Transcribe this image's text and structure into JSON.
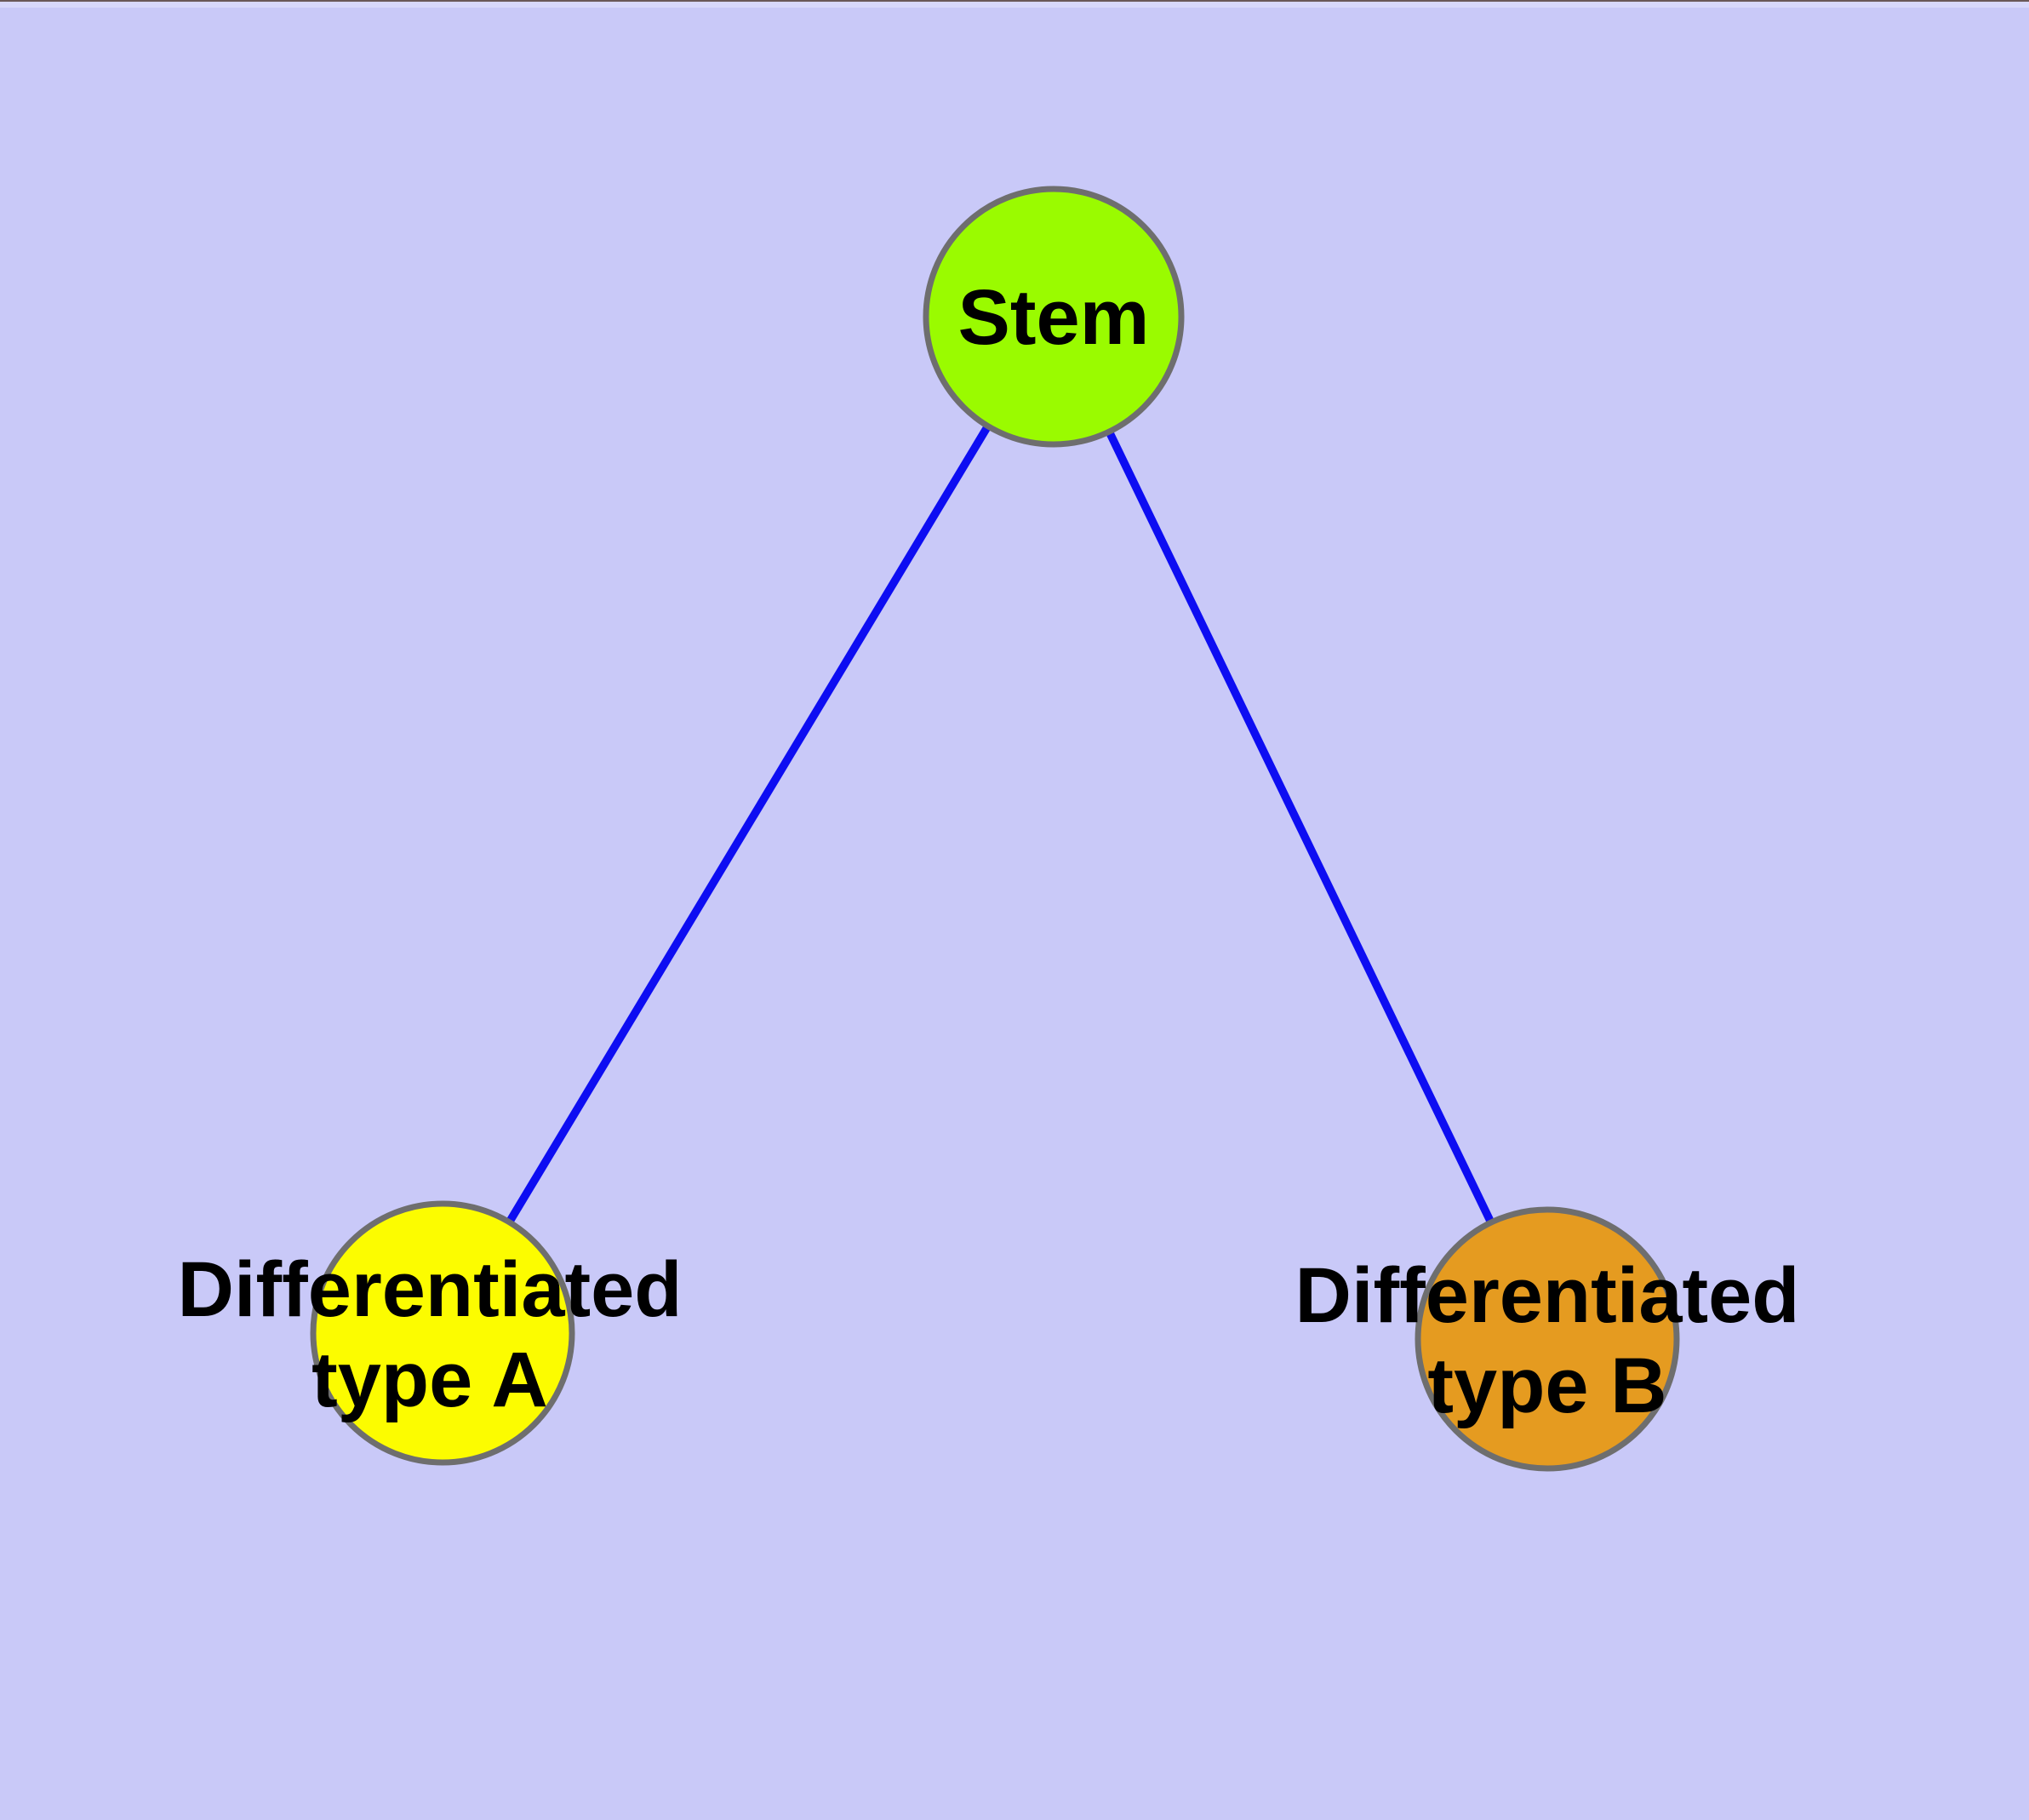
{
  "diagram": {
    "type": "graph",
    "background_color": "#c9c9f8",
    "edge_color": "#0d0df2",
    "node_border_color": "#6e6e6e",
    "label_color": "#000000",
    "nodes": {
      "stem": {
        "label": "Stem",
        "fill": "#9afb00"
      },
      "type_a": {
        "label": "Differentiated type A",
        "label_line1": "Differentiated",
        "label_line2": "type A",
        "fill": "#fcfc00"
      },
      "type_b": {
        "label": "Differentiated type B",
        "label_line1": "Differentiated",
        "label_line2": "type B",
        "fill": "#e59b20"
      }
    },
    "edges": [
      {
        "from": "Stem",
        "to": "Differentiated type A"
      },
      {
        "from": "Stem",
        "to": "Differentiated type B"
      }
    ]
  }
}
